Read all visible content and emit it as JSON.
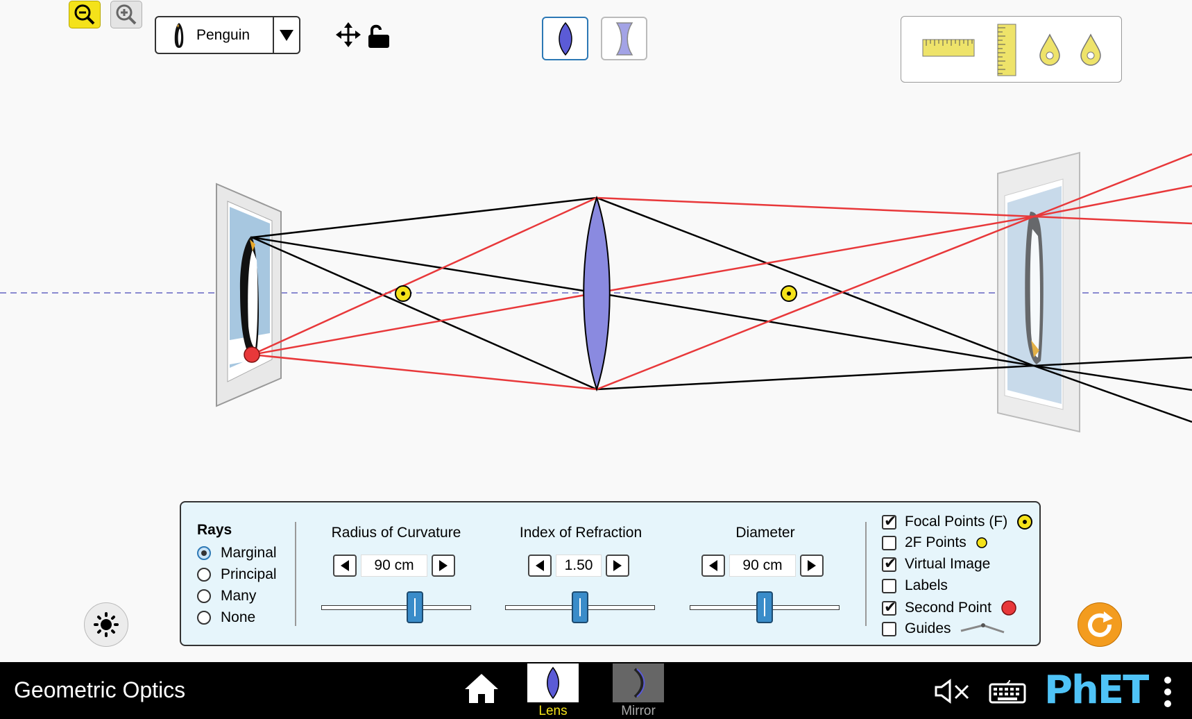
{
  "toolbar": {
    "zoom_out_icon": "magnifier-minus-icon",
    "zoom_in_icon": "magnifier-plus-icon",
    "object_select": {
      "selected": "Penguin",
      "icon": "penguin-icon"
    },
    "move_icon": "move-arrows-icon",
    "lock_icon": "unlocked-padlock-icon",
    "lens_types": [
      {
        "name": "convex-lens",
        "selected": true
      },
      {
        "name": "concave-lens",
        "selected": false
      }
    ],
    "toolbox_items": [
      "horizontal-ruler",
      "vertical-ruler",
      "position-marker",
      "position-marker"
    ]
  },
  "control_panel": {
    "rays": {
      "title": "Rays",
      "options": [
        "Marginal",
        "Principal",
        "Many",
        "None"
      ],
      "selected": "Marginal"
    },
    "radius": {
      "title": "Radius of Curvature",
      "value": "90 cm",
      "fraction": 0.6
    },
    "index": {
      "title": "Index of Refraction",
      "value": "1.50",
      "fraction": 0.5
    },
    "diameter": {
      "title": "Diameter",
      "value": "90 cm",
      "fraction": 0.5
    },
    "checkboxes": [
      {
        "label": "Focal Points (F)",
        "checked": true
      },
      {
        "label": "2F Points",
        "checked": false
      },
      {
        "label": "Virtual Image",
        "checked": true
      },
      {
        "label": "Labels",
        "checked": false
      },
      {
        "label": "Second Point",
        "checked": true
      },
      {
        "label": "Guides",
        "checked": false
      }
    ]
  },
  "colors": {
    "accent": "#f4e21a",
    "ray_red": "#e8383a",
    "ray_black": "#000000",
    "lens": "#8a8ae0",
    "panel_bg": "#e6f5fb",
    "slider_thumb": "#3a8cc9",
    "reset_orange": "#f39c1f"
  },
  "navbar": {
    "title": "Geometric Optics",
    "screens": [
      {
        "label": "Lens",
        "selected": true
      },
      {
        "label": "Mirror",
        "selected": false
      }
    ],
    "home_icon": "home-icon",
    "sound_icon": "sound-muted-icon",
    "keyboard_icon": "keyboard-icon",
    "brand": "PhET",
    "menu_icon": "vertical-dots-menu-icon"
  }
}
